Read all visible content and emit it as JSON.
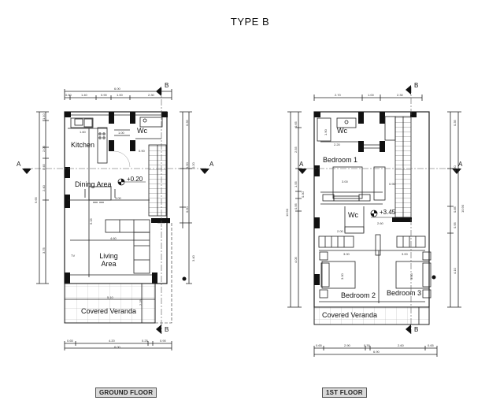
{
  "title": "TYPE B",
  "ground_floor": {
    "label": "GROUND FLOOR",
    "rooms": {
      "kitchen": "Kitchen",
      "wc": "Wc",
      "dining": "Dining Area",
      "living_line1": "Living",
      "living_line2": "Area",
      "veranda": "Covered Veranda",
      "tv": "TV"
    },
    "level": "+0.20",
    "section_marks": {
      "a_left": "A",
      "a_right": "A",
      "b_top": "B",
      "b_bottom": "B"
    },
    "dims_top": {
      "overall": "6.00",
      "segments": [
        "0.50",
        "1.40",
        "0.90",
        "1.00",
        "2.30"
      ]
    },
    "dims_bottom": {
      "overall": "6.00",
      "segments": [
        "0.65",
        "4.20",
        "0.25",
        "0.90"
      ]
    },
    "dims_left": {
      "overall": "9.65",
      "segments": [
        "1.10",
        "2.00",
        "0.45",
        "2.40",
        "3.75"
      ]
    },
    "dims_right": {
      "segments": [
        "0.35",
        "0.20",
        "1.50",
        "2.20",
        "0.60",
        "0.20",
        "3.40"
      ]
    },
    "interior_dims": {
      "kitchen_w": "1.60",
      "stair_w": "1.00",
      "wc_w": "0.90",
      "dining_w": "3.00",
      "living_w": "4.60",
      "living_h": "6.15",
      "veranda_w": "5.10",
      "veranda_h": "2.25"
    }
  },
  "first_floor": {
    "label": "1ST FLOOR",
    "rooms": {
      "wc_top": "Wc",
      "bedroom1": "Bedroom 1",
      "wc_mid": "Wc",
      "bedroom2": "Bedroom 2",
      "bedroom3": "Bedroom 3",
      "veranda": "Covered Veranda"
    },
    "level": "+3.45",
    "section_marks": {
      "a_left": "A",
      "a_right": "A",
      "b_top": "B",
      "b_bottom": "B"
    },
    "dims_top": {
      "segments": [
        "2.70",
        "1.00",
        "2.30"
      ]
    },
    "dims_bottom": {
      "overall": "6.90",
      "segments": [
        "0.65",
        "2.90",
        "0.30",
        "2.60",
        "0.65"
      ]
    },
    "dims_left": {
      "overall": "10.90",
      "segments": [
        "0.65",
        "0.60",
        "2.55",
        "1.55",
        "0.30",
        "0.95",
        "4.05"
      ]
    },
    "dims_right": {
      "overall": "10.90",
      "segments": [
        "0.35",
        "0.20",
        "4.50",
        "0.85",
        "0.95",
        "4.10"
      ]
    },
    "interior_dims": {
      "wc_w": "2.20",
      "wc_h": "1.90",
      "bed1_w": "3.00",
      "hall_w": "0.90",
      "wc2_w": "2.00",
      "landing_w": "2.60",
      "bed2_w": "3.00",
      "bed3_w": "3.00",
      "bed2_h": "3.00",
      "bed3_h": "3.00"
    }
  }
}
